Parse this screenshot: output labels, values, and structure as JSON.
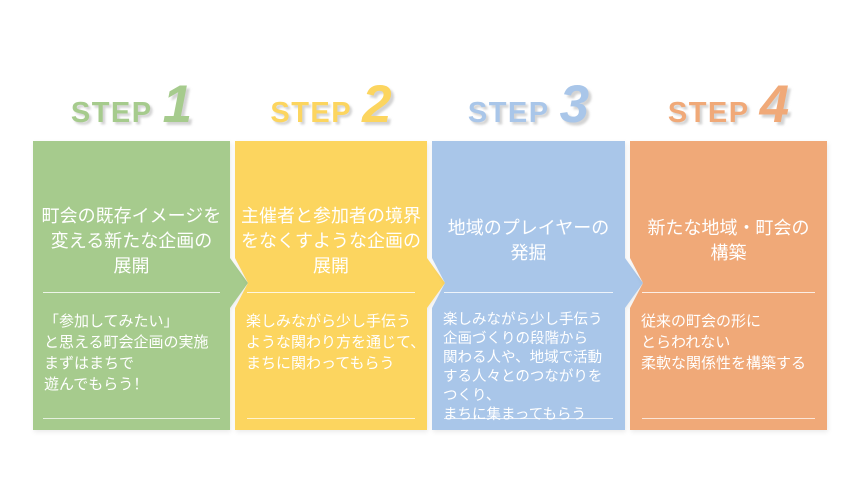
{
  "page": {
    "background": "#ffffff",
    "text_color": "#ffffff"
  },
  "steps": [
    {
      "label": "STEP",
      "number": "1",
      "color": "#a6cb8d",
      "title": "町会の既存イメージを\n変える新たな企画の\n展開",
      "body": "「参加してみたい」\nと思える町会企画の実施\nまずはまちで\n遊んでもらう！"
    },
    {
      "label": "STEP",
      "number": "2",
      "color": "#fcd55f",
      "title": "主催者と参加者の境界\nをなくすような企画の\n展開",
      "body": "楽しみながら少し手伝う\nような関わり方を通じて、\nまちに関わってもらう"
    },
    {
      "label": "STEP",
      "number": "3",
      "color": "#a9c6e9",
      "title": "地域のプレイヤーの\n発掘",
      "body": "楽しみながら少し手伝う\n企画づくりの段階から\n関わる人や、地域で活動\nする人々とのつながりを\nつくり、\nまちに集まってもらう"
    },
    {
      "label": "STEP",
      "number": "4",
      "color": "#f0a978",
      "title": "新たな地域・町会の\n構築",
      "body": "従来の町会の形に\nとらわれない\n柔軟な関係性を構築する"
    }
  ]
}
